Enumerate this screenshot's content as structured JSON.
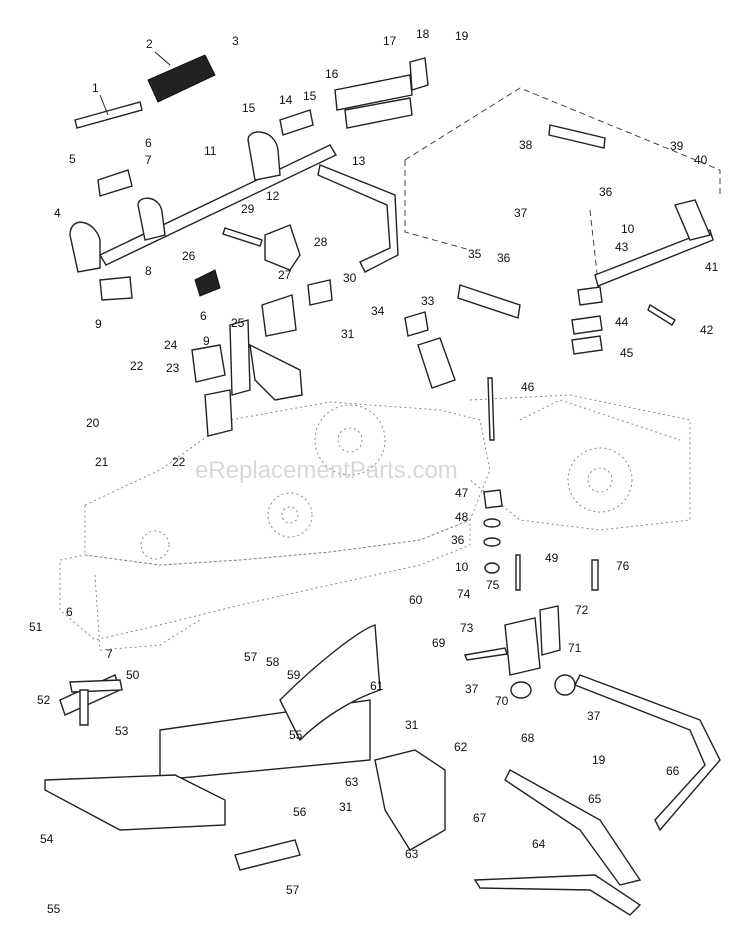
{
  "watermark": "eReplacementParts.com",
  "callouts": {
    "c1": "1",
    "c2": "2",
    "c3": "3",
    "c4": "4",
    "c5": "5",
    "c6a": "6",
    "c6b": "6",
    "c6c": "6",
    "c7a": "7",
    "c7b": "7",
    "c8": "8",
    "c9a": "9",
    "c9b": "9",
    "c10a": "10",
    "c10b": "10",
    "c11": "11",
    "c12": "12",
    "c13": "13",
    "c14": "14",
    "c15a": "15",
    "c15b": "15",
    "c16": "16",
    "c17": "17",
    "c18": "18",
    "c19a": "19",
    "c19b": "19",
    "c20": "20",
    "c21": "21",
    "c22a": "22",
    "c22b": "22",
    "c23": "23",
    "c24": "24",
    "c25": "25",
    "c26": "26",
    "c27": "27",
    "c28": "28",
    "c29": "29",
    "c30": "30",
    "c31a": "31",
    "c31b": "31",
    "c31c": "31",
    "c33": "33",
    "c34": "34",
    "c35": "35",
    "c36a": "36",
    "c36b": "36",
    "c36c": "36",
    "c37a": "37",
    "c37b": "37",
    "c37c": "37",
    "c38": "38",
    "c39": "39",
    "c40": "40",
    "c41": "41",
    "c42": "42",
    "c43": "43",
    "c44": "44",
    "c45": "45",
    "c46": "46",
    "c47": "47",
    "c48": "48",
    "c49": "49",
    "c50": "50",
    "c51": "51",
    "c52": "52",
    "c53": "53",
    "c54": "54",
    "c55a": "55",
    "c55b": "55",
    "c56": "56",
    "c57a": "57",
    "c57b": "57",
    "c58": "58",
    "c59": "59",
    "c60": "60",
    "c61": "61",
    "c62": "62",
    "c63a": "63",
    "c63b": "63",
    "c64": "64",
    "c65": "65",
    "c66": "66",
    "c67": "67",
    "c68": "68",
    "c69": "69",
    "c70": "70",
    "c71": "71",
    "c72": "72",
    "c73": "73",
    "c74": "74",
    "c75": "75",
    "c76": "76"
  }
}
